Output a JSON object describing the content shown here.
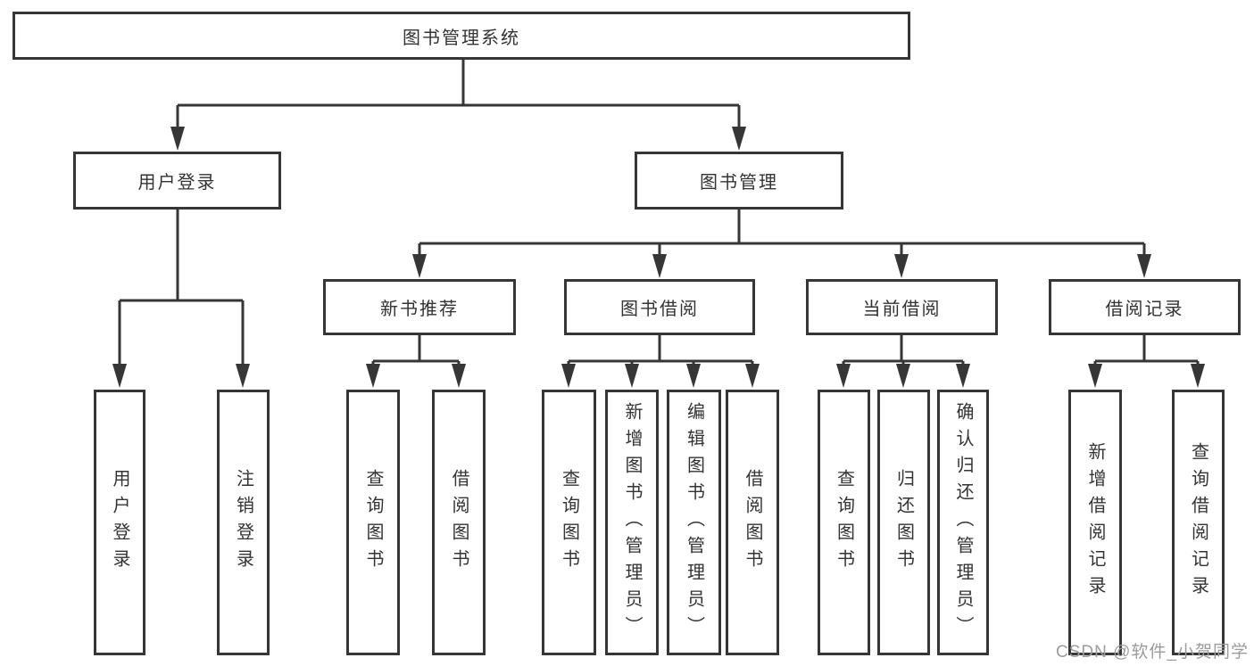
{
  "colors": {
    "line": "#363636",
    "text": "#333333",
    "background": "#ffffff",
    "watermark": "#9c9c9c"
  },
  "watermark": {
    "text": "CSDN @软件_小贺同学"
  },
  "diagram": {
    "type": "hierarchy-tree",
    "root": {
      "label": "图书管理系统"
    },
    "branches": [
      {
        "label": "用户登录",
        "children": [
          {
            "label": "用户登录"
          },
          {
            "label": "注销登录"
          }
        ]
      },
      {
        "label": "图书管理",
        "children": [
          {
            "label": "新书推荐",
            "children": [
              {
                "label": "查询图书"
              },
              {
                "label": "借阅图书"
              }
            ]
          },
          {
            "label": "图书借阅",
            "children": [
              {
                "label": "查询图书"
              },
              {
                "label": "新增图书（管理员）"
              },
              {
                "label": "编辑图书（管理员）"
              },
              {
                "label": "借阅图书"
              }
            ]
          },
          {
            "label": "当前借阅",
            "children": [
              {
                "label": "查询图书"
              },
              {
                "label": "归还图书"
              },
              {
                "label": "确认归还（管理员）"
              }
            ]
          },
          {
            "label": "借阅记录",
            "children": [
              {
                "label": "新增借阅记录"
              },
              {
                "label": "查询借阅记录"
              }
            ]
          }
        ]
      }
    ]
  }
}
